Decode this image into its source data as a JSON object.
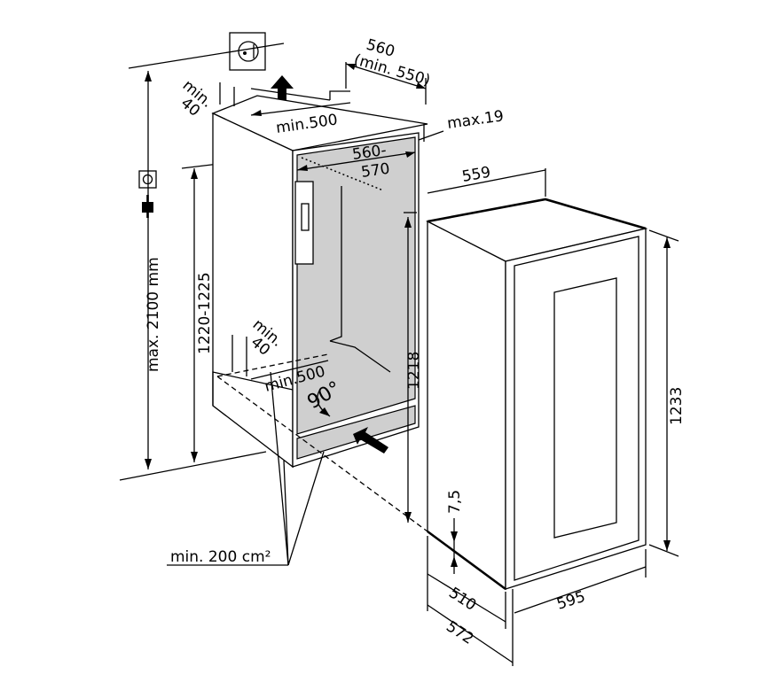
{
  "diagram": {
    "niche_depth": "560",
    "niche_depth_min": "(min. 550)",
    "top_vent_gap": "min.",
    "top_vent_gap_value": "40",
    "top_vent_width": "min.500",
    "max_offset": "max.19",
    "niche_width_line1": "560-",
    "niche_width_line2": "570",
    "appliance_width_top": "559",
    "max_height": "max. 2100 mm",
    "niche_height": "1220-1225",
    "bottom_vent_gap": "min.",
    "bottom_vent_gap_value": "40",
    "bottom_vent_width": "min.500",
    "angle": "90°",
    "appliance_body_height": "1218",
    "appliance_total_height": "1233",
    "plinth_offset": "7,5",
    "vent_area": "min. 200 cm²",
    "appliance_depth": "510",
    "appliance_depth_door": "572",
    "appliance_width": "595"
  }
}
